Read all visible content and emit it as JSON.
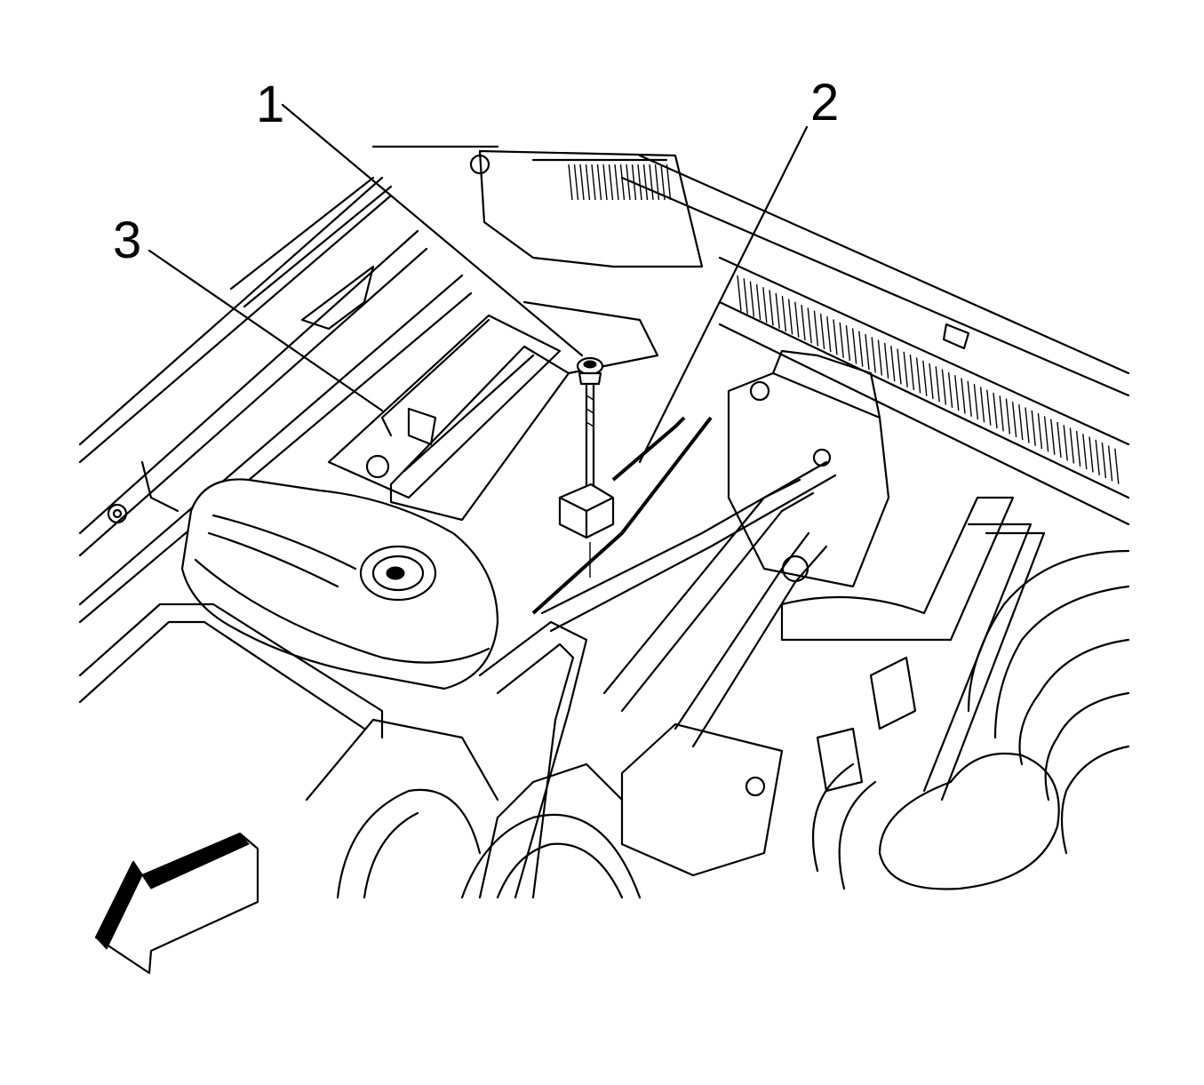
{
  "callouts": [
    {
      "id": "1",
      "label": "1"
    },
    {
      "id": "2",
      "label": "2"
    },
    {
      "id": "3",
      "label": "3"
    }
  ],
  "colors": {
    "line": "#000000",
    "background": "#ffffff"
  },
  "icons": {
    "direction_arrow": "front-direction-arrow-icon"
  }
}
